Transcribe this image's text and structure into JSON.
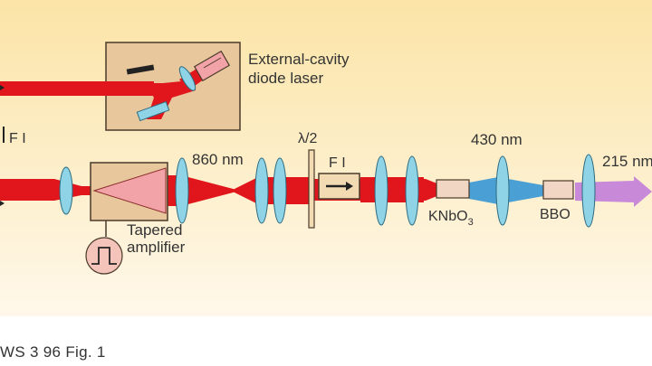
{
  "diagram": {
    "labels": {
      "laser_line1": "External-cavity",
      "laser_line2": "diode laser",
      "fi_left": "F I",
      "wl_860": "860 nm",
      "lambda_half": "λ/2",
      "fi_mid": "F I",
      "wl_430": "430 nm",
      "wl_215": "215 nm",
      "amp_line1": "Tapered",
      "amp_line2": "amplifier",
      "crystal1": "KNbO",
      "crystal1_sub": "3",
      "crystal2": "BBO"
    },
    "caption": "WS 3 96 Fig. 1"
  },
  "colors": {
    "background": "#fdeebe",
    "beam_red": "#e0161c",
    "beam_blue": "#4a9fd4",
    "beam_violet": "#c88ad8",
    "lens": "#8fd3e6",
    "box": "#e8c79c",
    "amplifier": "#f2a3a8",
    "pulse_circle": "#f4c4bb"
  }
}
